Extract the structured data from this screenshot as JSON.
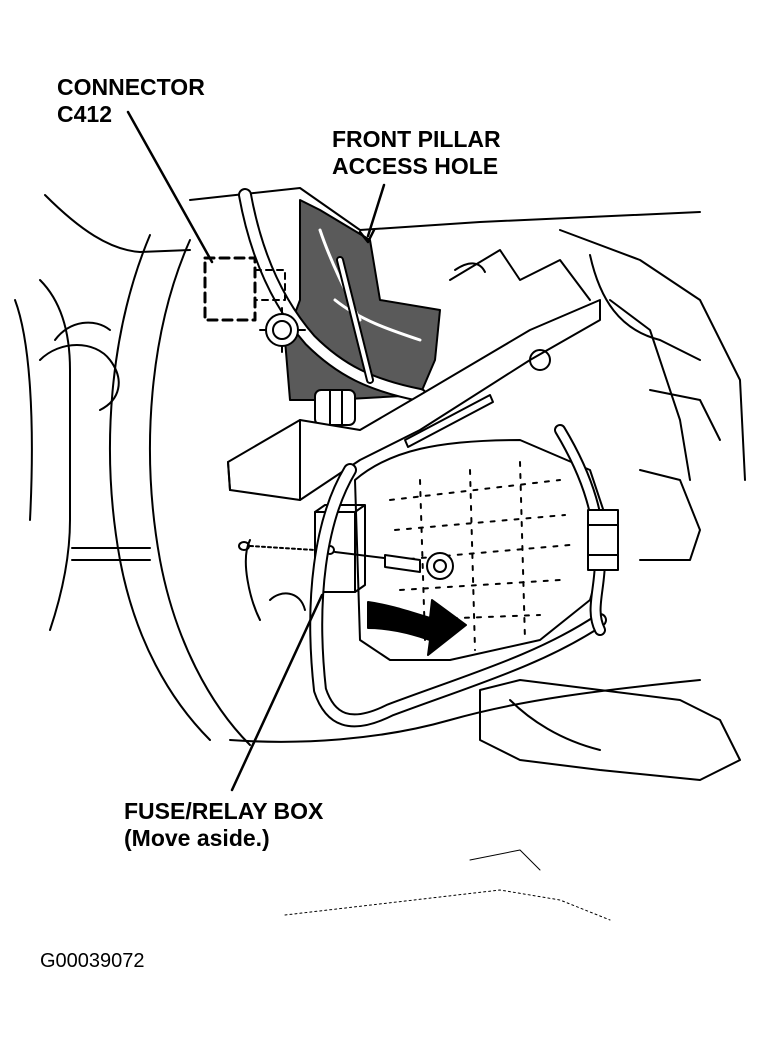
{
  "callouts": {
    "connector": {
      "line1": "CONNECTOR",
      "line2": "C412"
    },
    "front_pillar": {
      "line1": "FRONT PILLAR",
      "line2": "ACCESS HOLE"
    },
    "fuse_relay_box": {
      "line1": "FUSE/RELAY BOX",
      "line2": "(Move aside.)"
    }
  },
  "figure_id": "G00039072",
  "colors": {
    "ink": "#000000",
    "paper": "#ffffff",
    "shade": "#5a5a5a"
  }
}
